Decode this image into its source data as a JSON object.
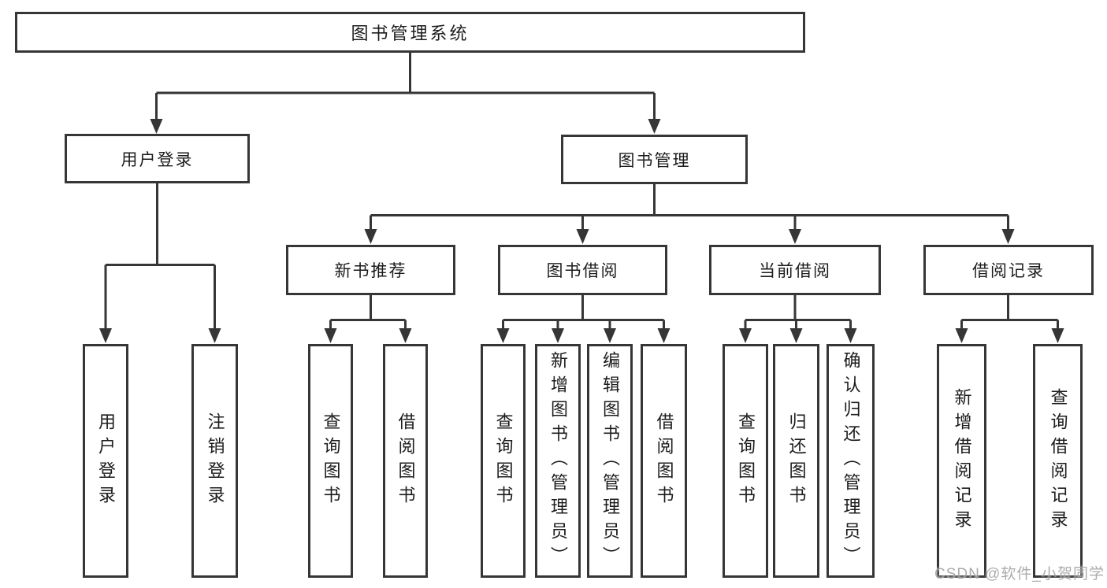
{
  "diagram": {
    "title": "图书管理系统",
    "branches": [
      {
        "label": "用户登录",
        "children": [
          {
            "label": "用户登录"
          },
          {
            "label": "注销登录"
          }
        ]
      },
      {
        "label": "图书管理",
        "children": [
          {
            "label": "新书推荐",
            "children": [
              {
                "label": "查询图书"
              },
              {
                "label": "借阅图书"
              }
            ]
          },
          {
            "label": "图书借阅",
            "children": [
              {
                "label": "查询图书"
              },
              {
                "label": "新增图书（管理员）"
              },
              {
                "label": "编辑图书（管理员）"
              },
              {
                "label": "借阅图书"
              }
            ]
          },
          {
            "label": "当前借阅",
            "children": [
              {
                "label": "查询图书"
              },
              {
                "label": "归还图书"
              },
              {
                "label": "确认归还（管理员）"
              }
            ]
          },
          {
            "label": "借阅记录",
            "children": [
              {
                "label": "新增借阅记录"
              },
              {
                "label": "查询借阅记录"
              }
            ]
          }
        ]
      }
    ]
  },
  "watermark": {
    "text": "CSDN @软件_小贺同学"
  },
  "colors": {
    "line": "#363636",
    "text": "#1c1c1c",
    "watermark": "#9e9e9e",
    "background": "#ffffff"
  }
}
